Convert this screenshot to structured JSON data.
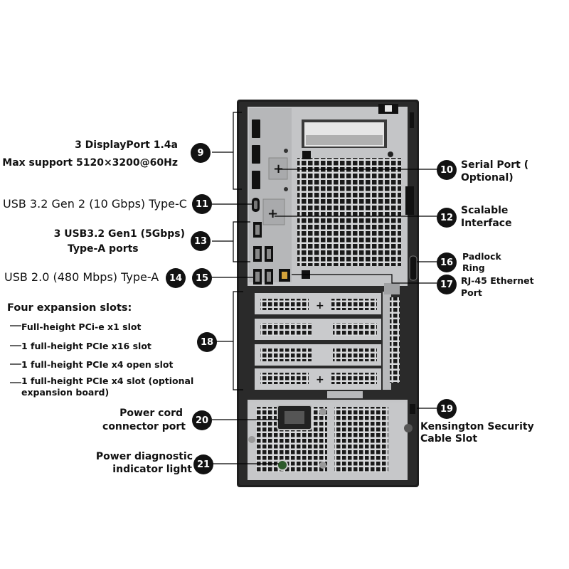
{
  "callouts": [
    {
      "id": "c9",
      "num": "9",
      "lines": [
        "3 DisplayPort 1.4a",
        "Max support 5120×3200@60Hz"
      ]
    },
    {
      "id": "c10",
      "num": "10",
      "lines": [
        "Serial Port (",
        "Optional)"
      ]
    },
    {
      "id": "c11",
      "num": "11",
      "lines": [
        "USB 3.2 Gen 2 (10 Gbps) Type-C"
      ]
    },
    {
      "id": "c12",
      "num": "12",
      "lines": [
        "Scalable",
        "Interface"
      ]
    },
    {
      "id": "c13",
      "num": "13",
      "lines": [
        "3 USB3.2 Gen1 (5Gbps)",
        "Type-A ports"
      ]
    },
    {
      "id": "c14",
      "num": "14",
      "lines": [
        "USB 2.0 (480 Mbps) Type-A"
      ]
    },
    {
      "id": "c15",
      "num": "15",
      "lines": []
    },
    {
      "id": "c16",
      "num": "16",
      "lines": [
        "Padlock",
        "Ring"
      ]
    },
    {
      "id": "c17",
      "num": "17",
      "lines": [
        "RJ-45 Ethernet",
        "Port"
      ]
    },
    {
      "id": "c18",
      "num": "18",
      "lines": []
    },
    {
      "id": "c19",
      "num": "19",
      "lines": [
        "Kensington Security",
        "Cable Slot"
      ]
    },
    {
      "id": "c20",
      "num": "20",
      "lines": [
        "Power cord",
        "connector port"
      ]
    },
    {
      "id": "c21",
      "num": "21",
      "lines": [
        "Power diagnostic",
        "indicator light"
      ]
    }
  ],
  "expansion": {
    "heading": "Four expansion slots:",
    "items": [
      "Full-height PCi-e x1 slot",
      "1 full-height PCIe x16 slot",
      "1 full-height PCIe x4 open slot",
      "1 full-height PCIe x4 slot (optional",
      "expansion board)"
    ]
  },
  "colors": {
    "chassis": "#1b1b1b",
    "panel": "#c9cacc",
    "badge": "#121212",
    "line": "#000000"
  }
}
